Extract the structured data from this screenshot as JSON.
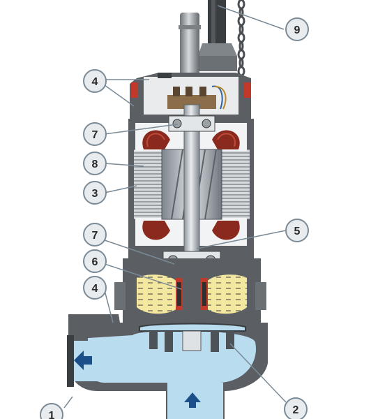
{
  "callouts": [
    {
      "id": "c9",
      "label": "9"
    },
    {
      "id": "c4a",
      "label": "4"
    },
    {
      "id": "c7a",
      "label": "7"
    },
    {
      "id": "c8",
      "label": "8"
    },
    {
      "id": "c3",
      "label": "3"
    },
    {
      "id": "c5",
      "label": "5"
    },
    {
      "id": "c7b",
      "label": "7"
    },
    {
      "id": "c6",
      "label": "6"
    },
    {
      "id": "c4b",
      "label": "4"
    },
    {
      "id": "c1",
      "label": "1"
    },
    {
      "id": "c2",
      "label": "2"
    }
  ],
  "colors": {
    "casing": "#5b5f63",
    "casing_dark": "#3b3e41",
    "water": "#b9dcef",
    "oil": "#f4e7a0",
    "winding": "#8a2a1f",
    "steel": "#c9cdd2",
    "arrow": "#1b4f8a",
    "callout_fill": "#e8ecef",
    "callout_stroke": "#7a8a96"
  },
  "icons": {
    "outlet_flow": "arrow-left-icon",
    "inlet_flow": "arrow-up-icon"
  }
}
